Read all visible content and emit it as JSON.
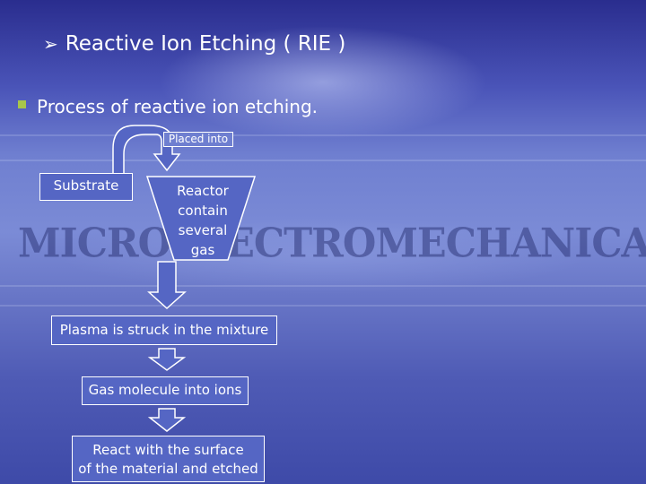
{
  "slide": {
    "title": "Reactive Ion Etching ( RIE )",
    "subtitle": "Process of reactive ion etching.",
    "watermark": "MICROELECTROMECHANICAL SYSTEM",
    "title_bullet_glyph": "➢",
    "accent_color": "#a8c64a",
    "shape_fill": "#5566c4",
    "shape_stroke": "#ffffff"
  },
  "flow": {
    "placed_into": "Placed into",
    "substrate": "Substrate",
    "reactor": [
      "Reactor",
      "contain",
      "several",
      "gas"
    ],
    "plasma": "Plasma is struck in the mixture",
    "gas_molecule": "Gas molecule into ions",
    "react": [
      "React with the surface",
      "of the material and etched"
    ]
  }
}
